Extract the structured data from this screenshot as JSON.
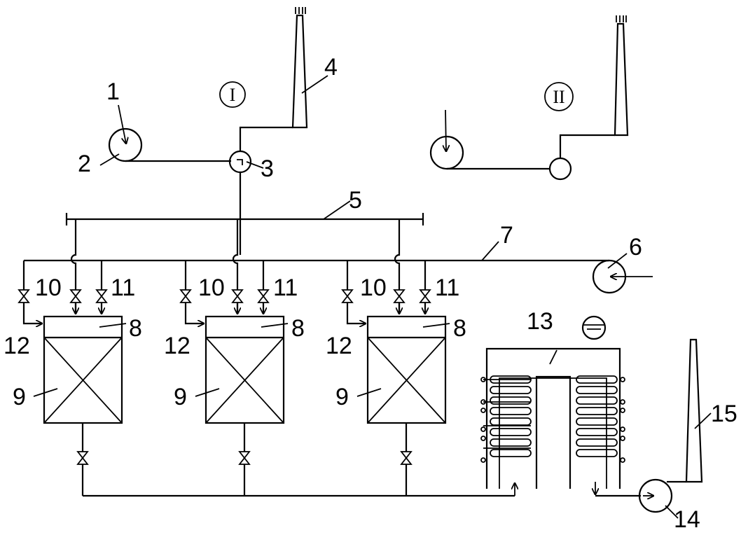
{
  "labels": {
    "n1": "1",
    "n2": "2",
    "n3": "3",
    "n4": "4",
    "n5": "5",
    "n6": "6",
    "n7": "7",
    "n13": "13",
    "n14": "14",
    "n15": "15",
    "n8": "8",
    "n9": "9",
    "n10": "10",
    "n11": "11",
    "n12": "12"
  },
  "sections": {
    "first": "I",
    "second": "II"
  },
  "units": [
    {
      "id": "a"
    },
    {
      "id": "b"
    },
    {
      "id": "c"
    }
  ],
  "colors": {
    "line": "#000000",
    "background": "#ffffff"
  }
}
